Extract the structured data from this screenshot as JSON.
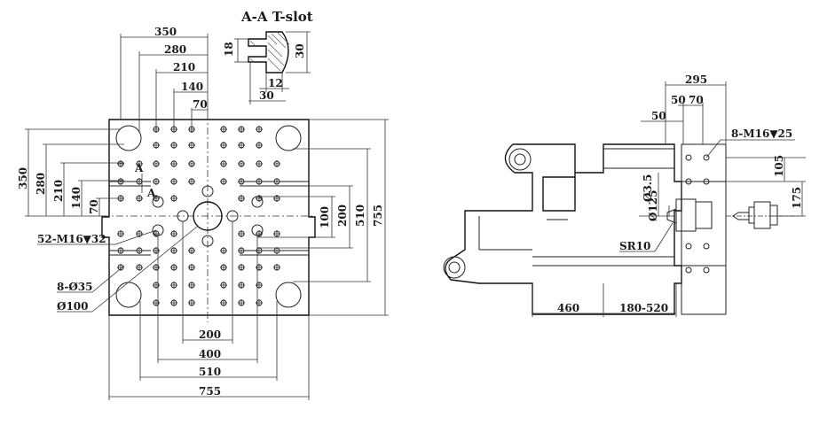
{
  "title": "A-A T-slot",
  "colors": {
    "line": "#222222",
    "background": "#ffffff",
    "hatch": "#555555"
  },
  "tslot": {
    "dims": [
      "18",
      "30",
      "12",
      "30"
    ]
  },
  "front_view": {
    "section_marks": [
      "A",
      "A"
    ],
    "top_dims": [
      "350",
      "280",
      "210",
      "140",
      "70"
    ],
    "left_dims": [
      "350",
      "280",
      "210",
      "140",
      "70"
    ],
    "center_right_dims": [
      "100",
      "200",
      "510",
      "755"
    ],
    "bottom_dims": [
      "200",
      "400",
      "510",
      "755"
    ],
    "callouts": {
      "tapped_holes": "52-M16▼32",
      "bolt_holes": "8-Ø35",
      "center_hole": "Ø100"
    }
  },
  "side_view": {
    "top_dims": [
      "295",
      "50",
      "70",
      "50"
    ],
    "right_dims": [
      "105",
      "175"
    ],
    "callouts": {
      "tapped_holes": "8-M16▼25",
      "nozzle_dia": "Ø125",
      "nozzle_hole": "Ø3.5",
      "sphere_radius": "SR10"
    },
    "bottom_dims": [
      "460",
      "180-520"
    ]
  }
}
